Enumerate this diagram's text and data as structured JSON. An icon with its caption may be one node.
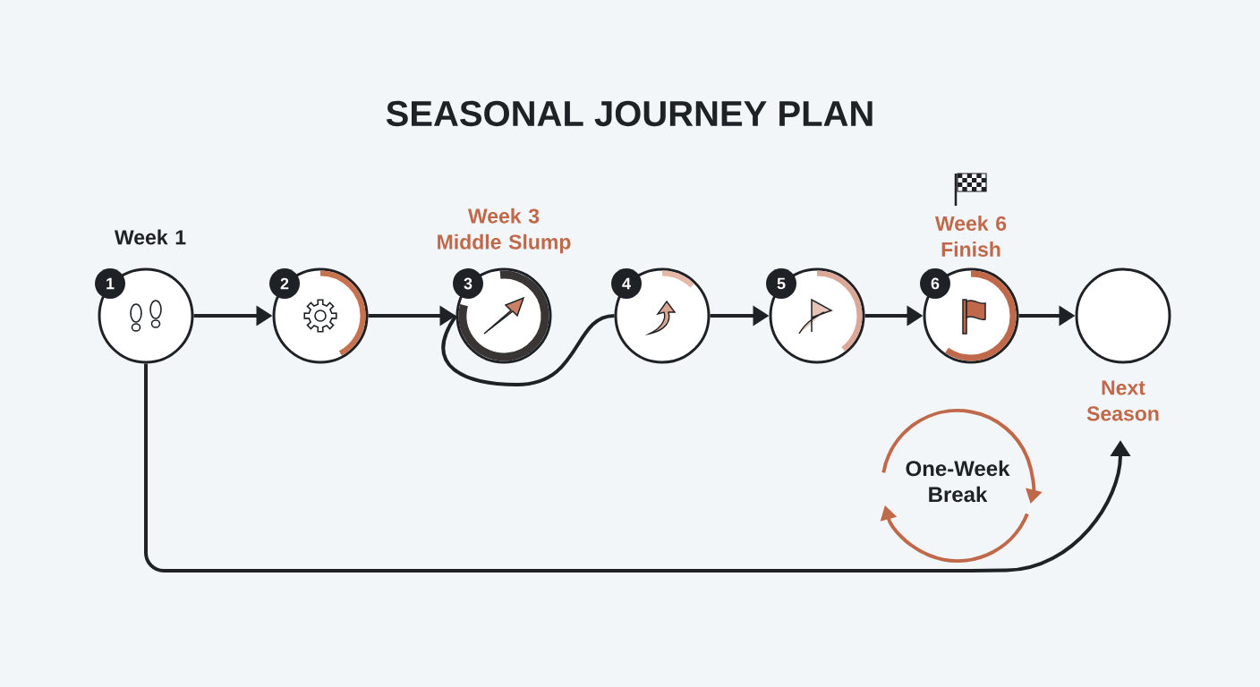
{
  "diagram": {
    "title": "SEASONAL JOURNEY PLAN",
    "nodes": [
      {
        "text": [
          "Week 1",
          "1"
        ]
      },
      {
        "text": [
          "2"
        ]
      },
      {
        "text": [
          "Week 3 Middle Slump",
          "3"
        ]
      },
      {
        "text": [
          "4"
        ]
      },
      {
        "text": [
          "5"
        ]
      },
      {
        "text": [
          "Week 6 Finish",
          "6"
        ]
      },
      {
        "text": [
          "Next Season"
        ]
      },
      {
        "text": [
          "One-Week Break"
        ]
      }
    ],
    "edges": [
      {
        "from": 0,
        "to": 1,
        "arrow": "to"
      },
      {
        "from": 1,
        "to": 2,
        "arrow": "to"
      },
      {
        "from": 2,
        "to": 3,
        "arrow": "none"
      },
      {
        "from": 3,
        "to": 4,
        "arrow": "to"
      },
      {
        "from": 4,
        "to": 5,
        "arrow": "to"
      },
      {
        "from": 5,
        "to": 6,
        "arrow": "to"
      },
      {
        "from": 0,
        "to": 6,
        "arrow": "to"
      }
    ]
  }
}
